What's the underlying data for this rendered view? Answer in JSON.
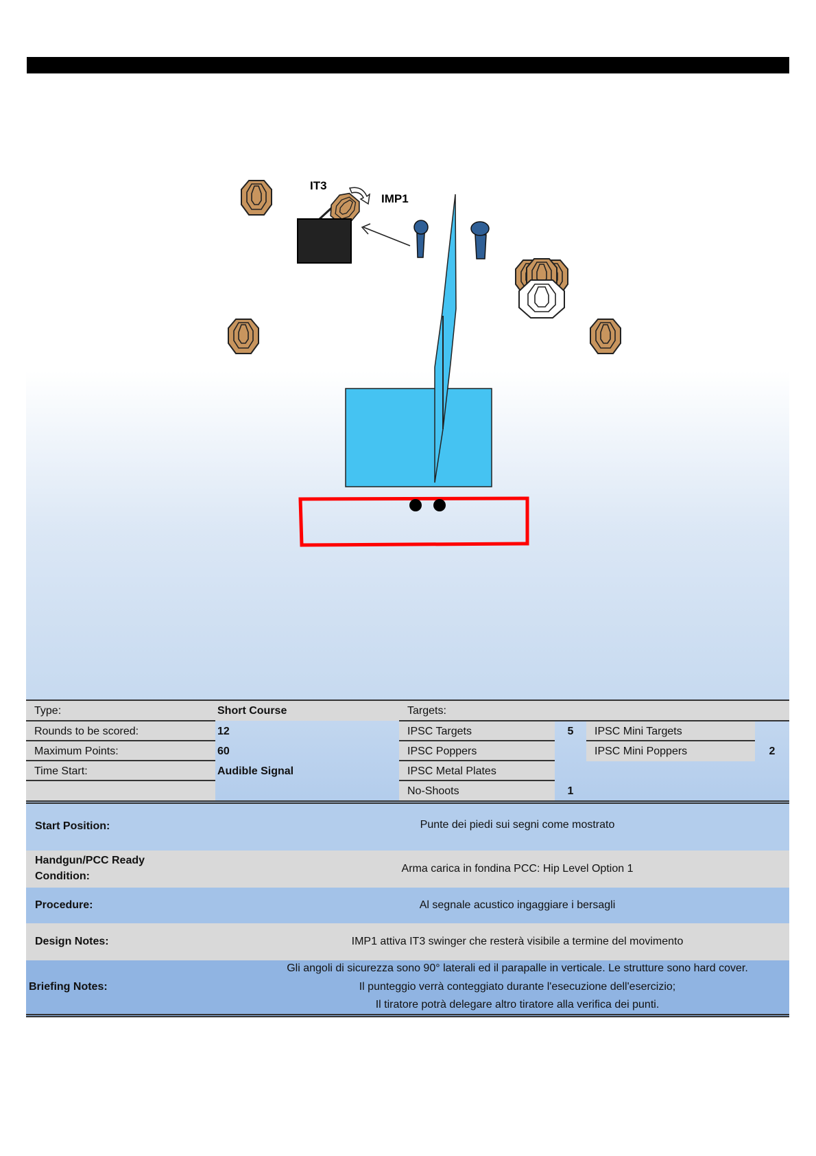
{
  "diagram": {
    "labels": {
      "it3": "IT3",
      "imp1": "IMP1"
    },
    "colors": {
      "target": "#c8955e",
      "popper": "#2f5f96",
      "wall": "#45c3f2",
      "fault_line": "#ff0000",
      "barrel": "#222222"
    }
  },
  "stage_info": {
    "type_label": "Type:",
    "type_value": "Short Course",
    "rounds_label": "Rounds to be scored:",
    "rounds_value": "12",
    "points_label": "Maximum Points:",
    "points_value": "60",
    "start_label": "Time Start:",
    "start_value": "Audible Signal"
  },
  "targets": {
    "header": "Targets:",
    "ipsc_targets_label": "IPSC Targets",
    "ipsc_targets_count": "5",
    "ipsc_poppers_label": "IPSC Poppers",
    "metal_plates_label": "IPSC Metal Plates",
    "no_shoots_label": "No-Shoots",
    "no_shoots_count": "1",
    "mini_targets_label": "IPSC Mini Targets",
    "mini_poppers_label": "IPSC Mini Poppers",
    "mini_poppers_count": "2"
  },
  "notes": {
    "start_position_label": "Start Position:",
    "start_position_value": "Punte dei piedi sui segni come mostrato",
    "ready_label_1": "Handgun/PCC Ready",
    "ready_label_2": "Condition:",
    "ready_value": "Arma carica in fondina PCC: Hip Level Option 1",
    "procedure_label": "Procedure:",
    "procedure_value": "Al segnale acustico ingaggiare i bersagli",
    "design_label": "Design Notes:",
    "design_value": "IMP1 attiva IT3 swinger che resterà visibile a termine del movimento",
    "briefing_label": "Briefing Notes:",
    "briefing_lines": [
      "Gli angoli di sicurezza sono 90° laterali ed il parapalle in verticale. Le strutture sono hard cover.",
      "Il punteggio verrà conteggiato durante l'esecuzione dell'esercizio;",
      "Il tiratore potrà delegare altro tiratore alla verifica dei punti."
    ]
  }
}
